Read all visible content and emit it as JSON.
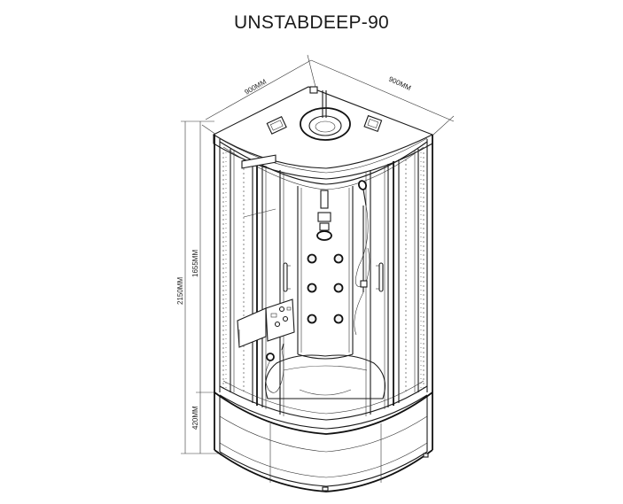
{
  "title": "UNSTABDEEP-90",
  "dimensions": {
    "width_left": "900MM",
    "width_right": "900MM",
    "total_height": "2150MM",
    "cabin_height": "1655MM",
    "tray_height": "420MM"
  },
  "colors": {
    "line": "#1a1a1a",
    "background": "#ffffff"
  }
}
